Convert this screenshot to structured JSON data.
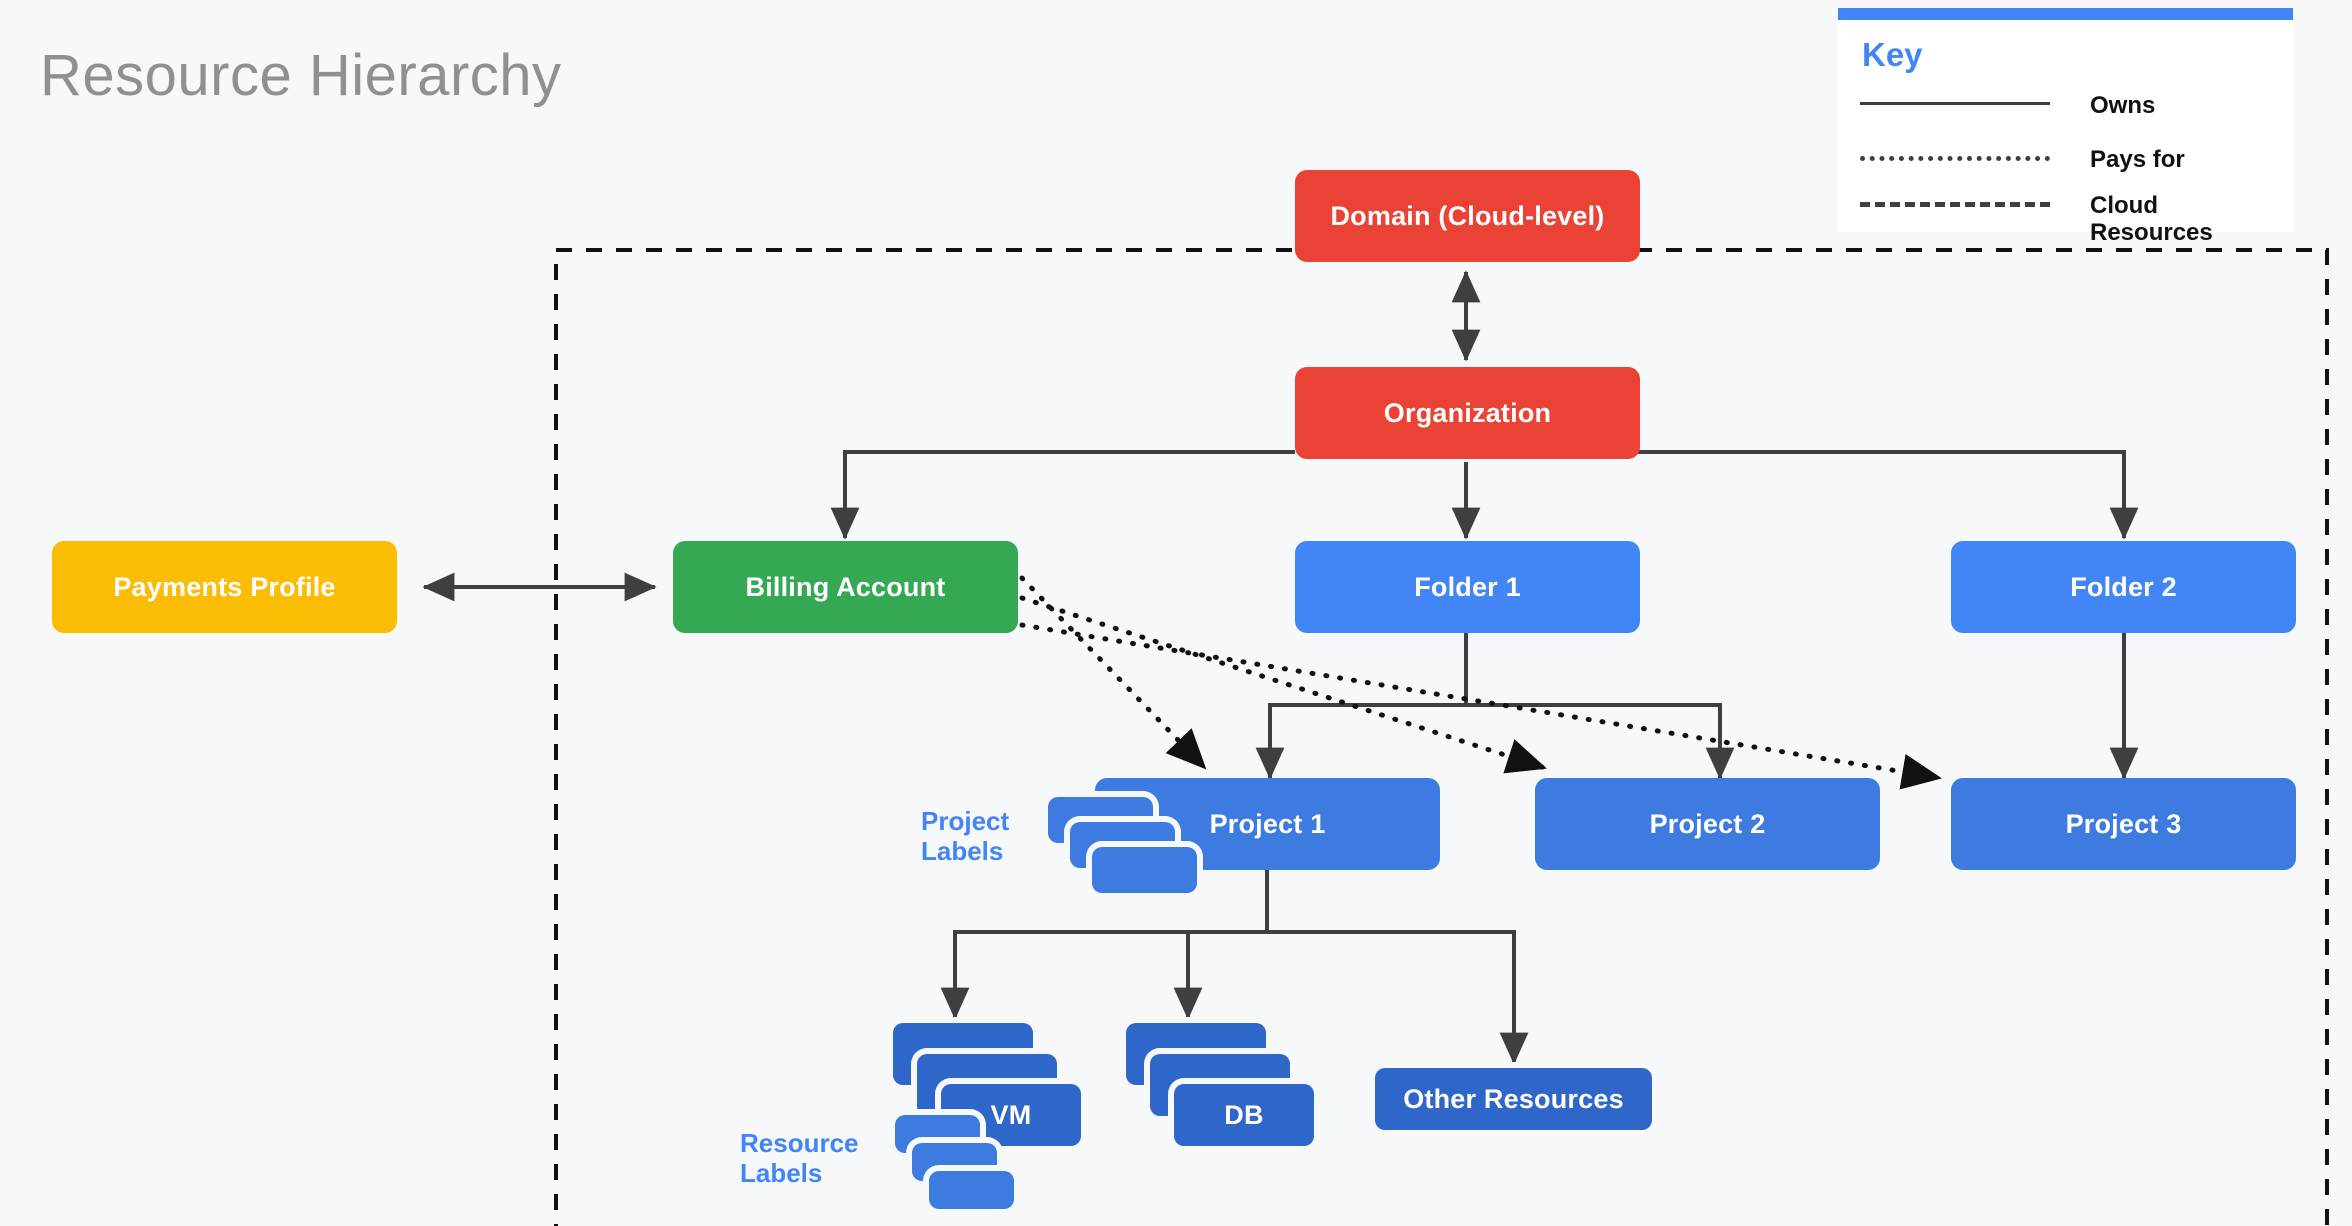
{
  "page": {
    "title": "Resource Hierarchy",
    "background_color": "#f6f8fa"
  },
  "colors": {
    "red": "#ea4335",
    "green": "#34a853",
    "yellow": "#fbbc04",
    "light_blue": "#4285f4",
    "mid_blue": "#3d7be0",
    "dark_blue": "#2f66c9",
    "line": "#3c4043",
    "title_gray": "#8e9194"
  },
  "key": {
    "title": "Key",
    "entries": [
      {
        "style": "solid",
        "label": "Owns"
      },
      {
        "style": "dotted",
        "label": "Pays for"
      },
      {
        "style": "dashed",
        "label": "Cloud\nResources"
      }
    ]
  },
  "nodes": {
    "domain": "Domain (Cloud-level)",
    "organization": "Organization",
    "payments_profile": "Payments Profile",
    "billing_account": "Billing Account",
    "folder_1": "Folder 1",
    "folder_2": "Folder 2",
    "project_1": "Project 1",
    "project_2": "Project 2",
    "project_3": "Project 3",
    "vm": "VM",
    "db": "DB",
    "other_resources": "Other Resources"
  },
  "annotations": {
    "project_labels": "Project\nLabels",
    "resource_labels": "Resource\nLabels"
  },
  "relationships": [
    {
      "from": "Organization",
      "to": "Domain (Cloud-level)",
      "type": "owns",
      "bidirectional": true
    },
    {
      "from": "Payments Profile",
      "to": "Billing Account",
      "type": "owns",
      "bidirectional": true
    },
    {
      "from": "Organization",
      "to": "Billing Account",
      "type": "owns"
    },
    {
      "from": "Organization",
      "to": "Folder 1",
      "type": "owns"
    },
    {
      "from": "Organization",
      "to": "Folder 2",
      "type": "owns"
    },
    {
      "from": "Folder 1",
      "to": "Project 1",
      "type": "owns"
    },
    {
      "from": "Folder 1",
      "to": "Project 2",
      "type": "owns"
    },
    {
      "from": "Folder 2",
      "to": "Project 3",
      "type": "owns"
    },
    {
      "from": "Billing Account",
      "to": "Project 1",
      "type": "pays for"
    },
    {
      "from": "Billing Account",
      "to": "Project 2",
      "type": "pays for"
    },
    {
      "from": "Billing Account",
      "to": "Project 3",
      "type": "pays for"
    },
    {
      "from": "Project 1",
      "to": "VM",
      "type": "owns"
    },
    {
      "from": "Project 1",
      "to": "DB",
      "type": "owns"
    },
    {
      "from": "Project 1",
      "to": "Other Resources",
      "type": "owns"
    }
  ]
}
